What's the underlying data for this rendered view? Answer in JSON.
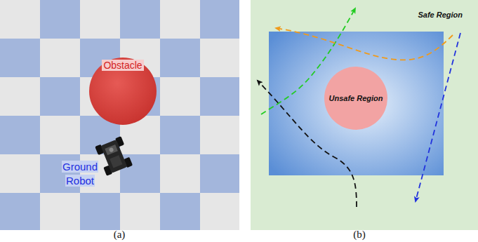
{
  "diagram": {
    "nodes": [
      {
        "text": [
          "Obstacle"
        ]
      },
      {
        "text": [
          "Safe Region"
        ]
      },
      {
        "text": [
          "Unsafe Region"
        ],
        "in": 1
      }
    ],
    "labels": [
      "Ground Robot",
      "(a)",
      "(b)"
    ]
  }
}
